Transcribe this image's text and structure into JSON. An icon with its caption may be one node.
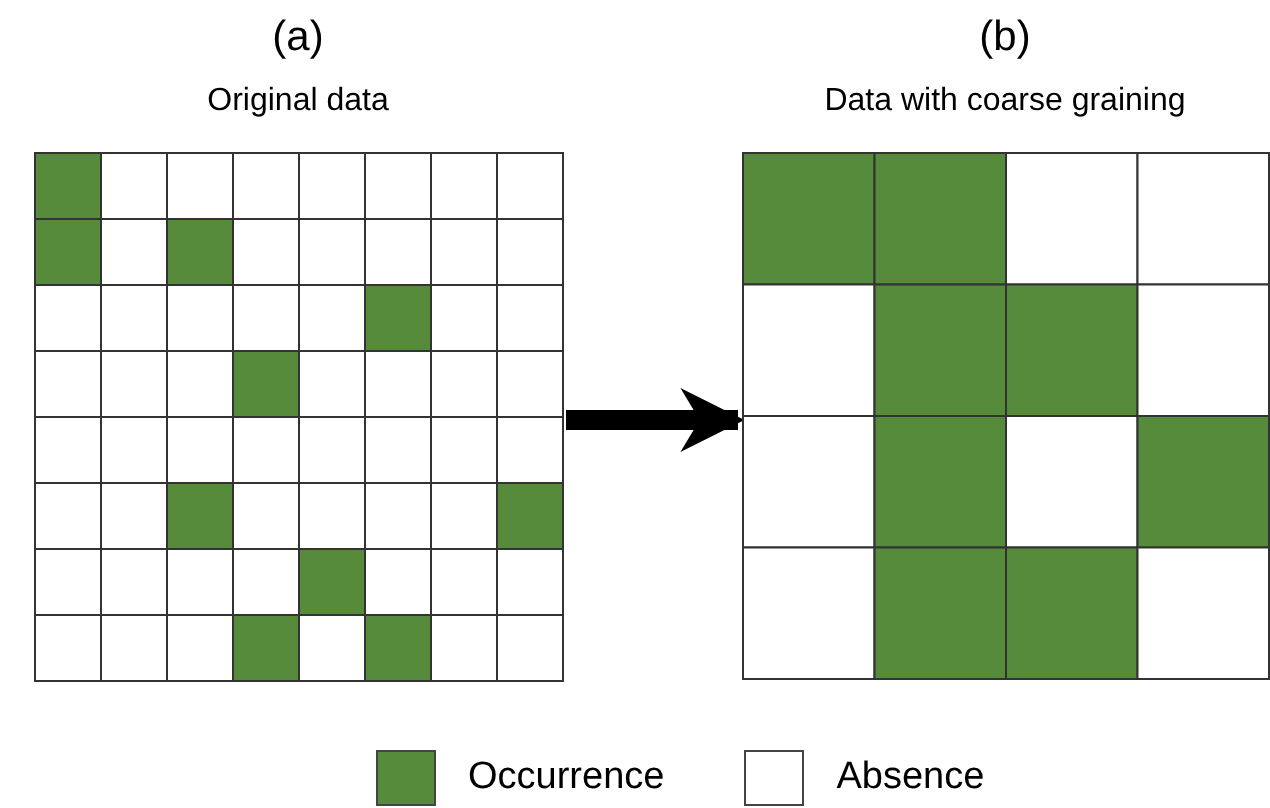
{
  "diagram": {
    "nodes": [
      {
        "text": [
          "(a)",
          "Original data"
        ]
      },
      {
        "text": [
          "(b)",
          "Data with coarse graining"
        ]
      }
    ],
    "edges": [
      {
        "from": 0,
        "to": 1,
        "arrow": "to"
      }
    ],
    "legend": [
      {
        "text": "Occurrence",
        "color": "#558b3b"
      },
      {
        "text": "Absence",
        "color": "#ffffff"
      }
    ]
  }
}
